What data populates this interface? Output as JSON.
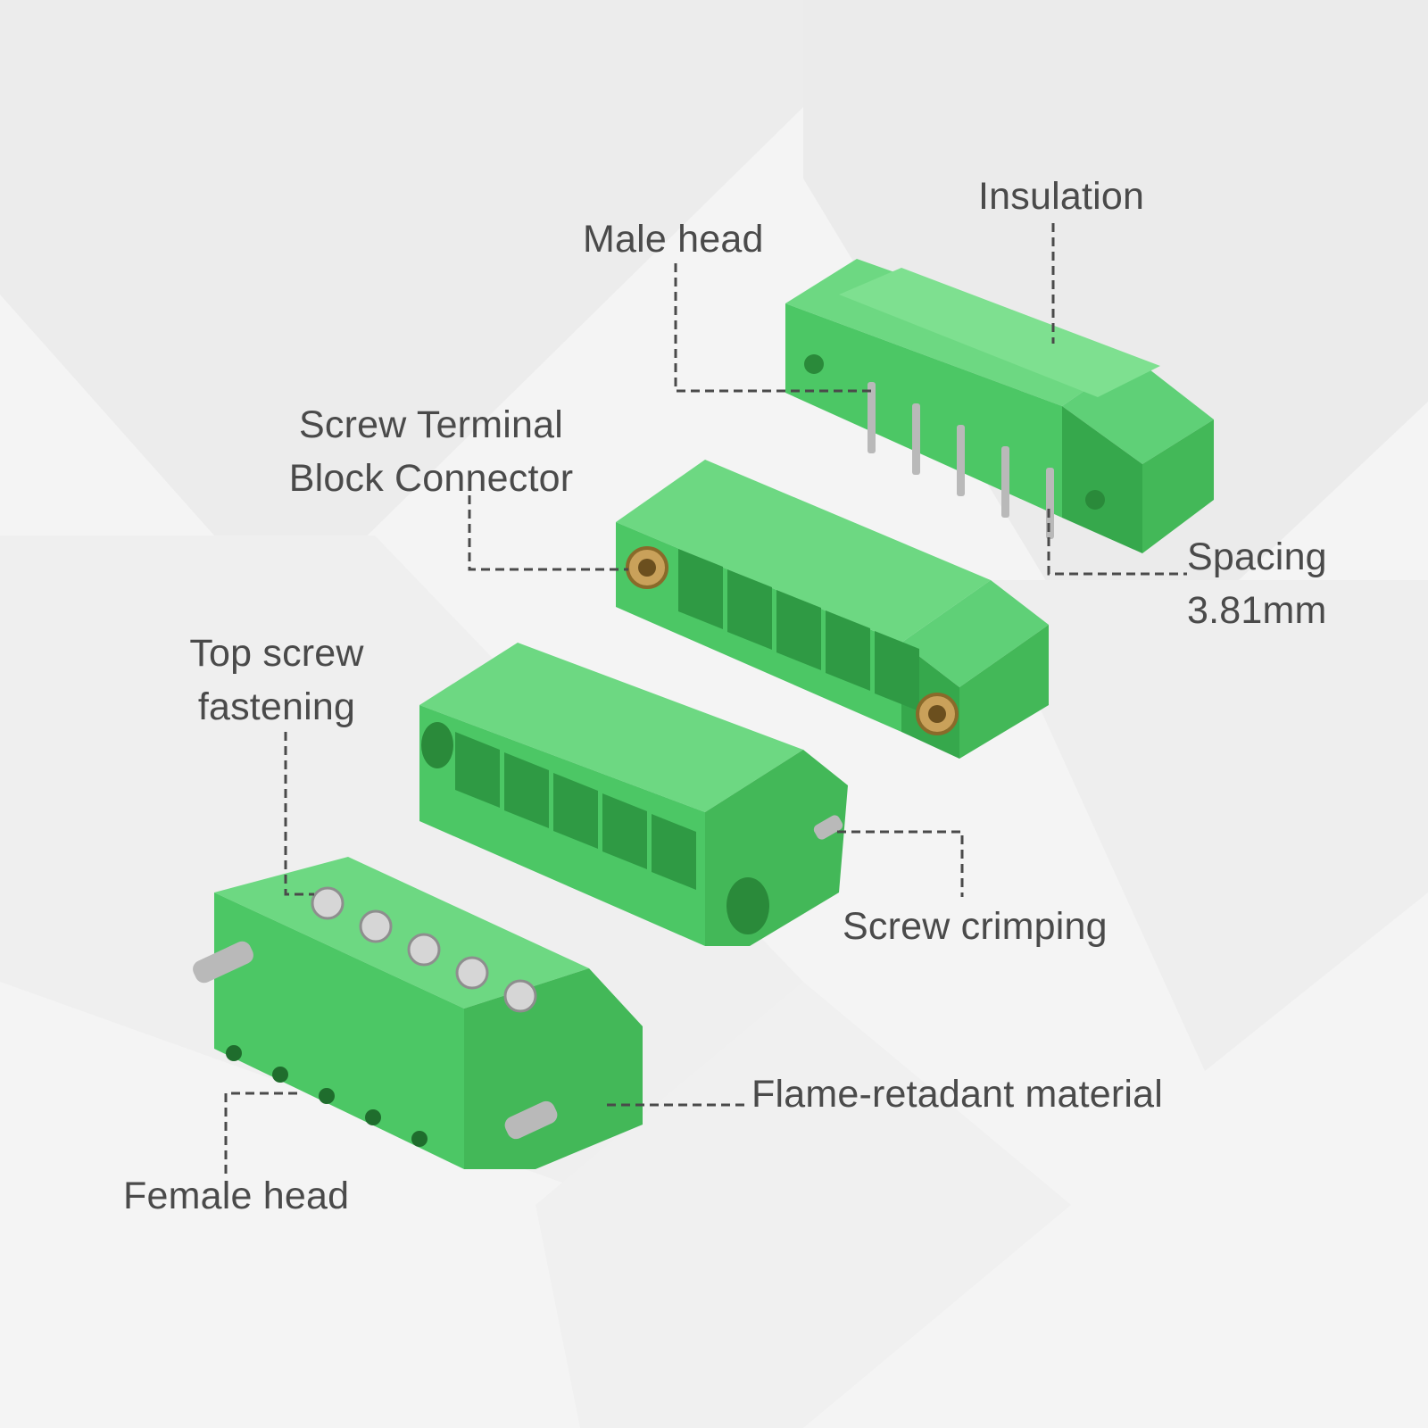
{
  "colors": {
    "background": "#f4f4f4",
    "panel_light": "#ebebeb",
    "panel_dark": "#e2e2e2",
    "connector_green": "#4cc765",
    "connector_green_dark": "#36a84c",
    "connector_green_light": "#6dd882",
    "pin_metal": "#b9b9b9",
    "brass": "#c9a15a",
    "label_text": "#4a4a4a",
    "leader_line": "#4a4a4a"
  },
  "callouts": {
    "insulation": "Insulation",
    "male_head": "Male head",
    "screw_terminal_line1": "Screw Terminal",
    "screw_terminal_line2": "Block Connector",
    "spacing_line1": "Spacing",
    "spacing_line2": "3.81mm",
    "top_screw_line1": "Top screw",
    "top_screw_line2": "fastening",
    "screw_crimping": "Screw crimping",
    "flame_retardant": "Flame-retadant material",
    "female_head": "Female head"
  }
}
